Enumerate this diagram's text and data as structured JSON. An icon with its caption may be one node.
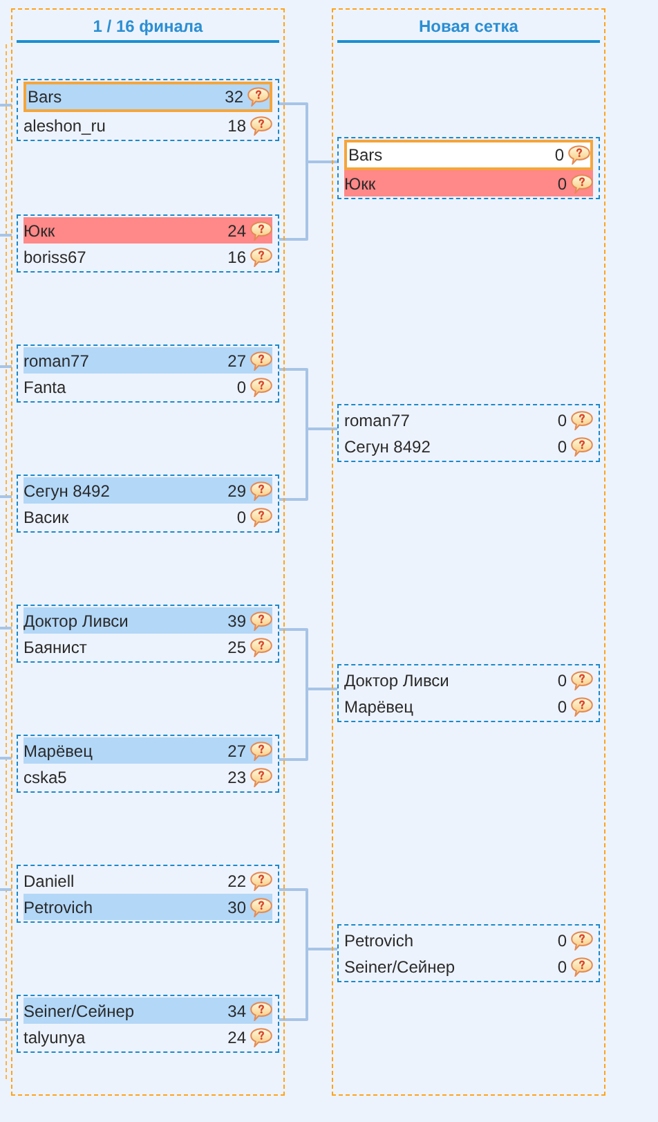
{
  "diagram": {
    "nodes": [
      {
        "text": [
          "1 / 16 финала"
        ]
      },
      {
        "text": [
          "aleshon_ru",
          "18"
        ],
        "in": 0
      },
      {
        "text": [
          "Bars",
          "32"
        ],
        "in": 1
      },
      {
        "text": [
          "boriss67",
          "16"
        ],
        "in": 0
      },
      {
        "text": [
          "Юкк",
          "24"
        ],
        "in": 3
      },
      {
        "text": [
          "Fanta",
          "0"
        ],
        "in": 0
      },
      {
        "text": [
          "roman77",
          "27"
        ],
        "in": 5
      },
      {
        "text": [
          "Васик",
          "0"
        ],
        "in": 0
      },
      {
        "text": [
          "Сегун 8492",
          "29"
        ],
        "in": 7
      },
      {
        "text": [
          "Баянист",
          "25"
        ],
        "in": 0
      },
      {
        "text": [
          "Доктор Ливси",
          "39"
        ],
        "in": 9
      },
      {
        "text": [
          "cska5",
          "23"
        ],
        "in": 0
      },
      {
        "text": [
          "Марёвец",
          "27"
        ],
        "in": 11
      },
      {
        "text": [
          "Daniell",
          "22"
        ],
        "in": 0
      },
      {
        "text": [
          "Petrovich",
          "30"
        ],
        "in": 13
      },
      {
        "text": [
          "talyunya",
          "24"
        ],
        "in": 0
      },
      {
        "text": [
          "Seiner/Сейнер",
          "34"
        ],
        "in": 15
      },
      {
        "text": [
          "Новая сетка"
        ]
      },
      {
        "text": [],
        "shape": "box",
        "in": 17
      },
      {
        "text": [
          "Bars",
          "0"
        ],
        "in": 18
      },
      {
        "text": [
          "Юкк",
          "0"
        ],
        "in": 18
      },
      {
        "text": [
          "roman77",
          "0",
          "Сегун 8492",
          "0"
        ],
        "in": 17
      },
      {
        "text": [
          "Доктор Ливси",
          "0",
          "Марёвец",
          "0"
        ],
        "in": 17
      },
      {
        "text": [
          "Petrovich",
          "0",
          "Seiner/Сейнер",
          "0"
        ],
        "in": 17
      }
    ],
    "edges": [
      {
        "from": null,
        "to": 0,
        "arrow": "none"
      },
      {
        "from": null,
        "to": 0,
        "arrow": "none"
      },
      {
        "from": null,
        "to": 0,
        "arrow": "none"
      },
      {
        "from": null,
        "to": 0,
        "arrow": "none"
      },
      {
        "from": null,
        "to": 0,
        "arrow": "none"
      },
      {
        "from": null,
        "to": 0,
        "arrow": "none"
      },
      {
        "from": null,
        "to": 0,
        "arrow": "none"
      },
      {
        "from": null,
        "to": 0,
        "arrow": "none"
      },
      {
        "from": 1,
        "to": 18,
        "arrow": "none"
      },
      {
        "from": 3,
        "to": 18,
        "arrow": "none"
      },
      {
        "from": 5,
        "to": 21,
        "arrow": "none"
      },
      {
        "from": 7,
        "to": 21,
        "arrow": "none"
      },
      {
        "from": 9,
        "to": 22,
        "arrow": "none"
      },
      {
        "from": 11,
        "to": 22,
        "arrow": "none"
      },
      {
        "from": 13,
        "to": 23,
        "arrow": "none"
      },
      {
        "from": 15,
        "to": 23,
        "arrow": "none"
      }
    ]
  }
}
